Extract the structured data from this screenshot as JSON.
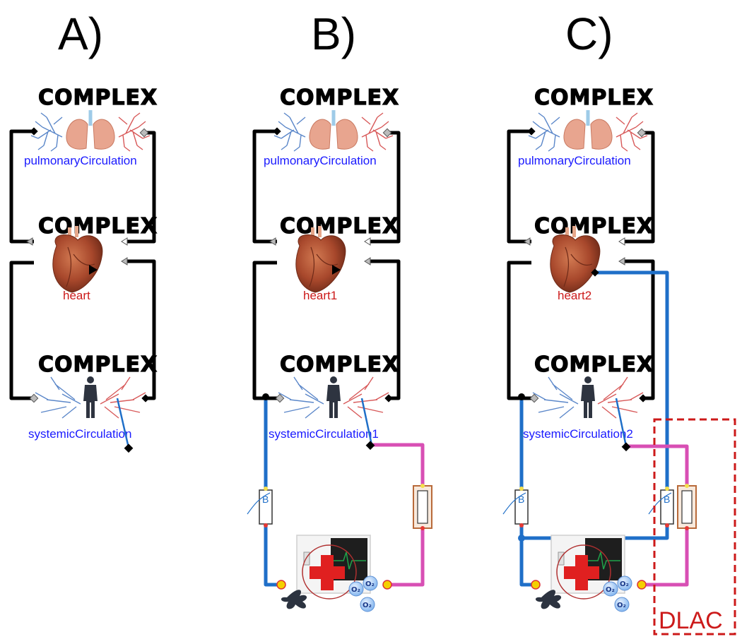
{
  "panels": [
    {
      "label": "A)",
      "complex_labels": [
        "COMPLEX",
        "COMPLEX",
        "COMPLEX"
      ],
      "pulmonary": "pulmonaryCirculation",
      "heart": "heart",
      "systemic": "systemicCirculation"
    },
    {
      "label": "B)",
      "complex_labels": [
        "COMPLEX",
        "COMPLEX",
        "COMPLEX"
      ],
      "pulmonary": "pulmonaryCirculation",
      "heart": "heart1",
      "systemic": "systemicCirculation1"
    },
    {
      "label": "C)",
      "complex_labels": [
        "COMPLEX",
        "COMPLEX",
        "COMPLEX"
      ],
      "pulmonary": "pulmonaryCirculation",
      "heart": "heart2",
      "systemic": "systemicCirculation2",
      "dlac": "DLAC"
    }
  ],
  "ecmo": {
    "oxygen_labels": [
      "O₂",
      "O₂",
      "O₂"
    ],
    "cannula_label": "B"
  },
  "colors": {
    "wire": "#000000",
    "venous_line": "#1f6fc8",
    "arterial_line": "#d84fb4",
    "label_blue": "#1a1aff",
    "label_red": "#cc1a1a",
    "dlac": "#cc1a1a"
  }
}
